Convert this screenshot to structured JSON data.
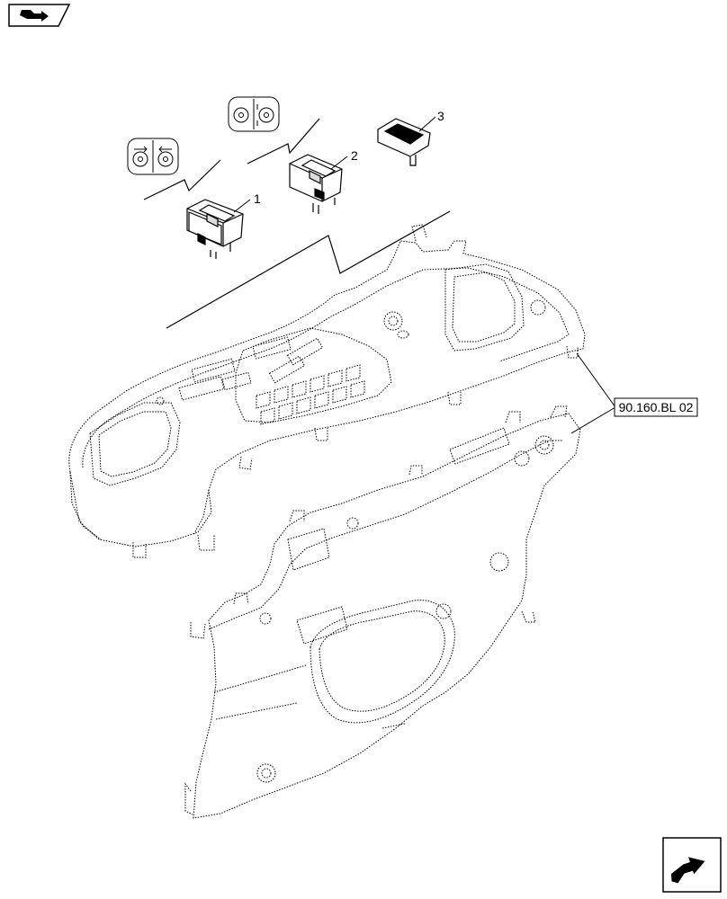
{
  "callouts": [
    {
      "id": "1",
      "label": "1"
    },
    {
      "id": "2",
      "label": "2"
    },
    {
      "id": "3",
      "label": "3"
    }
  ],
  "reference": {
    "label": "90.160.BL 02"
  },
  "navigation": {
    "prev_icon": "back-arrow-icon",
    "next_icon": "forward-arrow-icon"
  },
  "colors": {
    "line": "#000000",
    "background": "#ffffff"
  }
}
